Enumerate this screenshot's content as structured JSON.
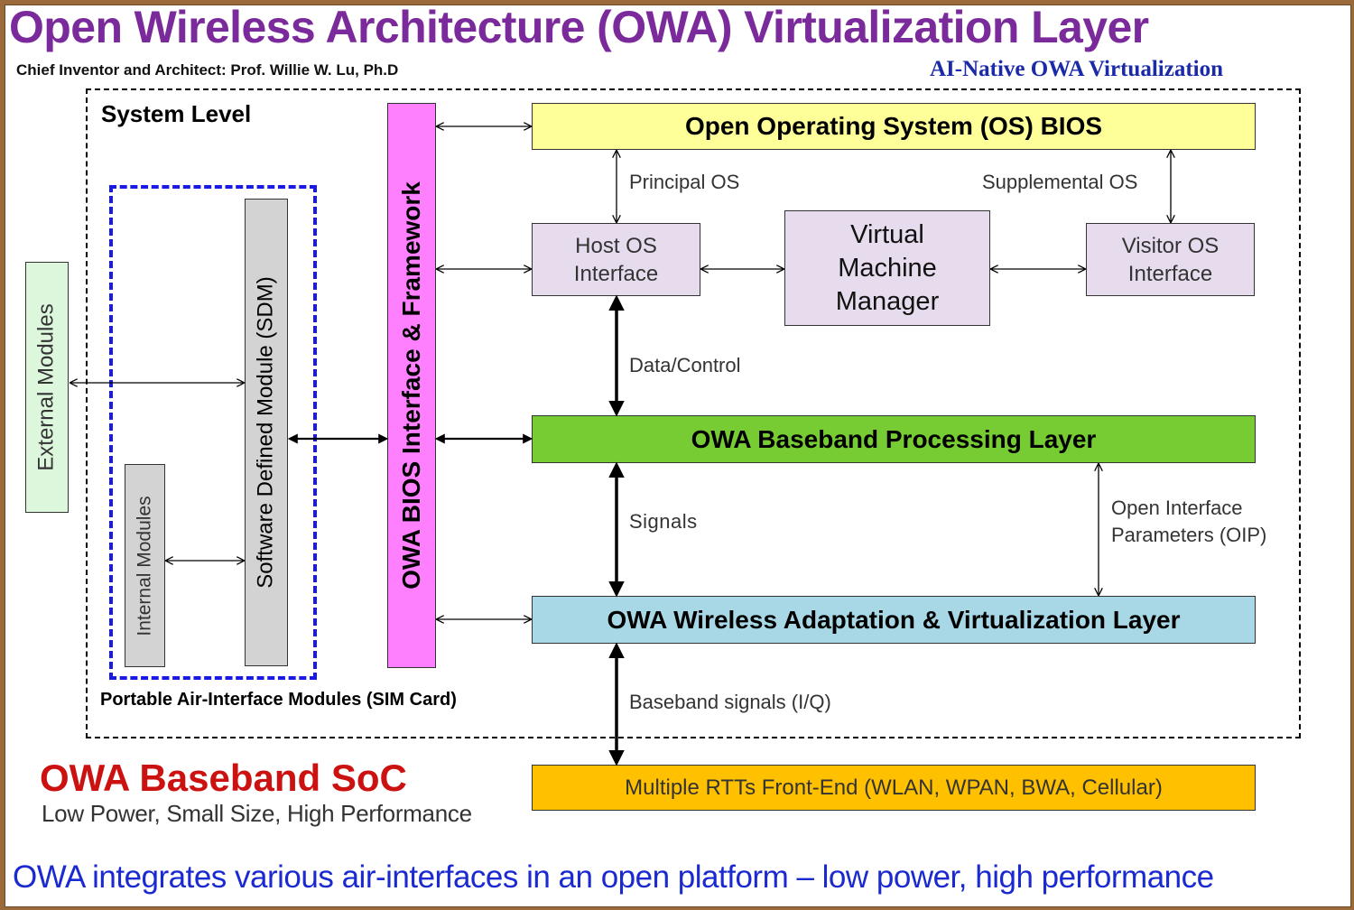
{
  "title": "Open Wireless Architecture (OWA) Virtualization Layer",
  "inventor": "Chief Inventor and Architect:  Prof. Willie W. Lu, Ph.D",
  "ai_native": "AI-Native OWA Virtualization",
  "system_level": "System Level",
  "sim_card": "Portable Air-Interface Modules (SIM Card)",
  "boxes": {
    "external_modules": "External Modules",
    "internal_modules": "Internal Modules",
    "sdm": "Software Defined Module (SDM)",
    "bios_framework": "OWA BIOS Interface & Framework",
    "os_bios": "Open Operating System (OS) BIOS",
    "host_os_line1": "Host OS",
    "host_os_line2": "Interface",
    "vmm_line1": "Virtual",
    "vmm_line2": "Machine",
    "vmm_line3": "Manager",
    "visitor_os_line1": "Visitor OS",
    "visitor_os_line2": "Interface",
    "baseband_layer": "OWA Baseband Processing Layer",
    "wav_layer": "OWA Wireless Adaptation & Virtualization Layer",
    "rtt_frontend": "Multiple RTTs Front-End (WLAN, WPAN, BWA, Cellular)"
  },
  "labels": {
    "principal_os": "Principal OS",
    "supplemental_os": "Supplemental OS",
    "data_control": "Data/Control",
    "signals": "Signals",
    "oip_line1": "Open Interface",
    "oip_line2": "Parameters (OIP)",
    "baseband_signals": "Baseband signals (I/Q)"
  },
  "soc": {
    "title": "OWA Baseband SoC",
    "subtitle": "Low Power, Small Size, High Performance"
  },
  "footer": "OWA integrates various air-interfaces in an open platform – low power, high performance",
  "colors": {
    "title": "#7a2a9a",
    "os_bios": "#ffff99",
    "vm_boxes": "#e6dcee",
    "baseband": "#77cc33",
    "wav": "#a8d8e6",
    "rtt": "#ffc000",
    "bios_framework": "#ff80ff",
    "external": "#ddf7dd",
    "sdm": "#d3d3d3",
    "sim_border": "#1a1ae6",
    "soc_title": "#cc1111",
    "footer": "#1a2ad0"
  }
}
